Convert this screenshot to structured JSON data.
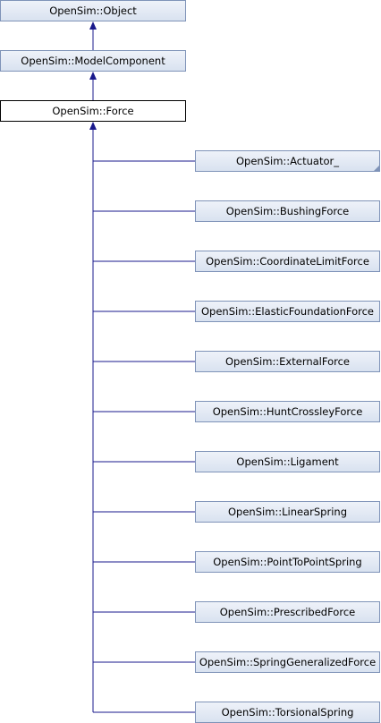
{
  "nodes": {
    "object": "OpenSim::Object",
    "model_component": "OpenSim::ModelComponent",
    "force": "OpenSim::Force"
  },
  "subclasses": [
    "OpenSim::Actuator_",
    "OpenSim::BushingForce",
    "OpenSim::CoordinateLimitForce",
    "OpenSim::ElasticFoundationForce",
    "OpenSim::ExternalForce",
    "OpenSim::HuntCrossleyForce",
    "OpenSim::Ligament",
    "OpenSim::LinearSpring",
    "OpenSim::PointToPointSpring",
    "OpenSim::PrescribedForce",
    "OpenSim::SpringGeneralizedForce",
    "OpenSim::TorsionalSpring"
  ],
  "colors": {
    "edge": "#1a1a8c",
    "node_border": "#7f93b8"
  }
}
